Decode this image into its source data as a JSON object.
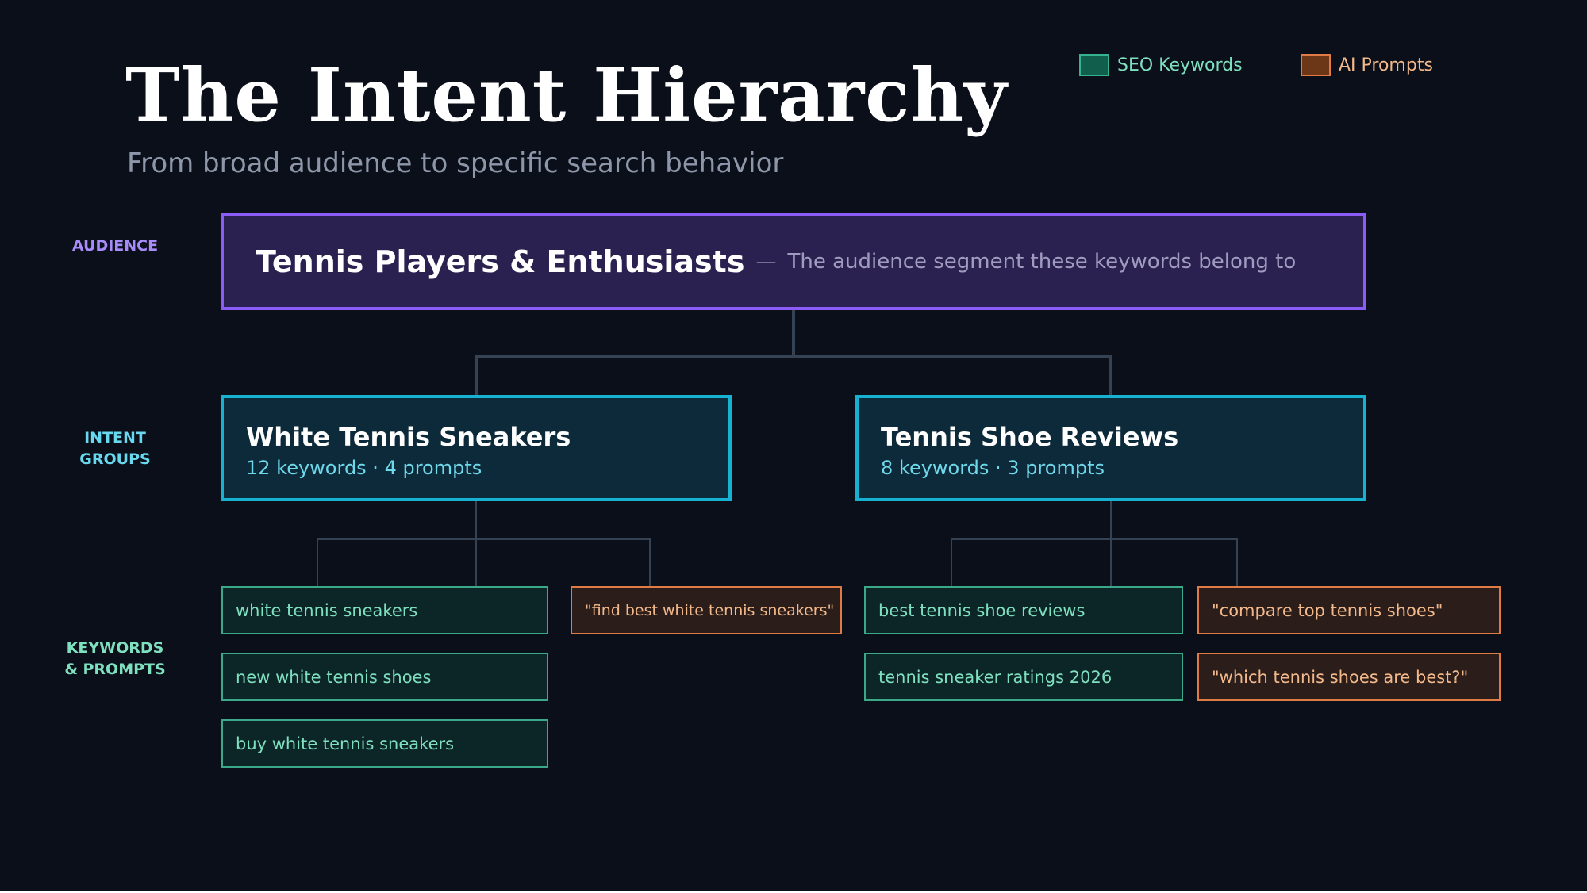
{
  "header": {
    "title": "The Intent Hierarchy",
    "subtitle": "From broad audience to specific search behavior"
  },
  "legend": [
    {
      "label": "SEO Keywords",
      "swatch_fill": "#115e4c",
      "swatch_border": "#34b38e",
      "text_color": "#7fe0bf"
    },
    {
      "label": "AI Prompts",
      "swatch_fill": "#6b3717",
      "swatch_border": "#e07b45",
      "text_color": "#f4b98a"
    }
  ],
  "row_labels": {
    "audience": "AUDIENCE",
    "intent_groups": [
      "INTENT",
      "GROUPS"
    ],
    "keywords_prompts": [
      "KEYWORDS",
      "& PROMPTS"
    ]
  },
  "colors": {
    "background": "#0b0f19",
    "audience_border": "#8b5cf6",
    "audience_fill": "#2a2150",
    "intent_border": "#17b1d1",
    "intent_fill": "#0c2a3a",
    "connector": "#354253",
    "audience_label": "#a78bfa",
    "intent_label": "#67d8ee",
    "keywords_label": "#7fe0bf"
  },
  "audience": {
    "title": "Tennis Players & Enthusiasts",
    "separator": "—",
    "description": "The audience segment these keywords belong to"
  },
  "intent_groups": [
    {
      "title": "White Tennis Sneakers",
      "meta": "12 keywords · 4 prompts",
      "seo_keywords": [
        "white tennis sneakers",
        "new white tennis shoes",
        "buy white tennis sneakers"
      ],
      "ai_prompts": [
        "\"find best white tennis sneakers\""
      ]
    },
    {
      "title": "Tennis Shoe Reviews",
      "meta": "8 keywords · 3 prompts",
      "seo_keywords": [
        "best tennis shoe reviews",
        "tennis sneaker ratings 2026"
      ],
      "ai_prompts": [
        "\"compare top tennis shoes\"",
        "\"which tennis shoes are best?\""
      ]
    }
  ]
}
